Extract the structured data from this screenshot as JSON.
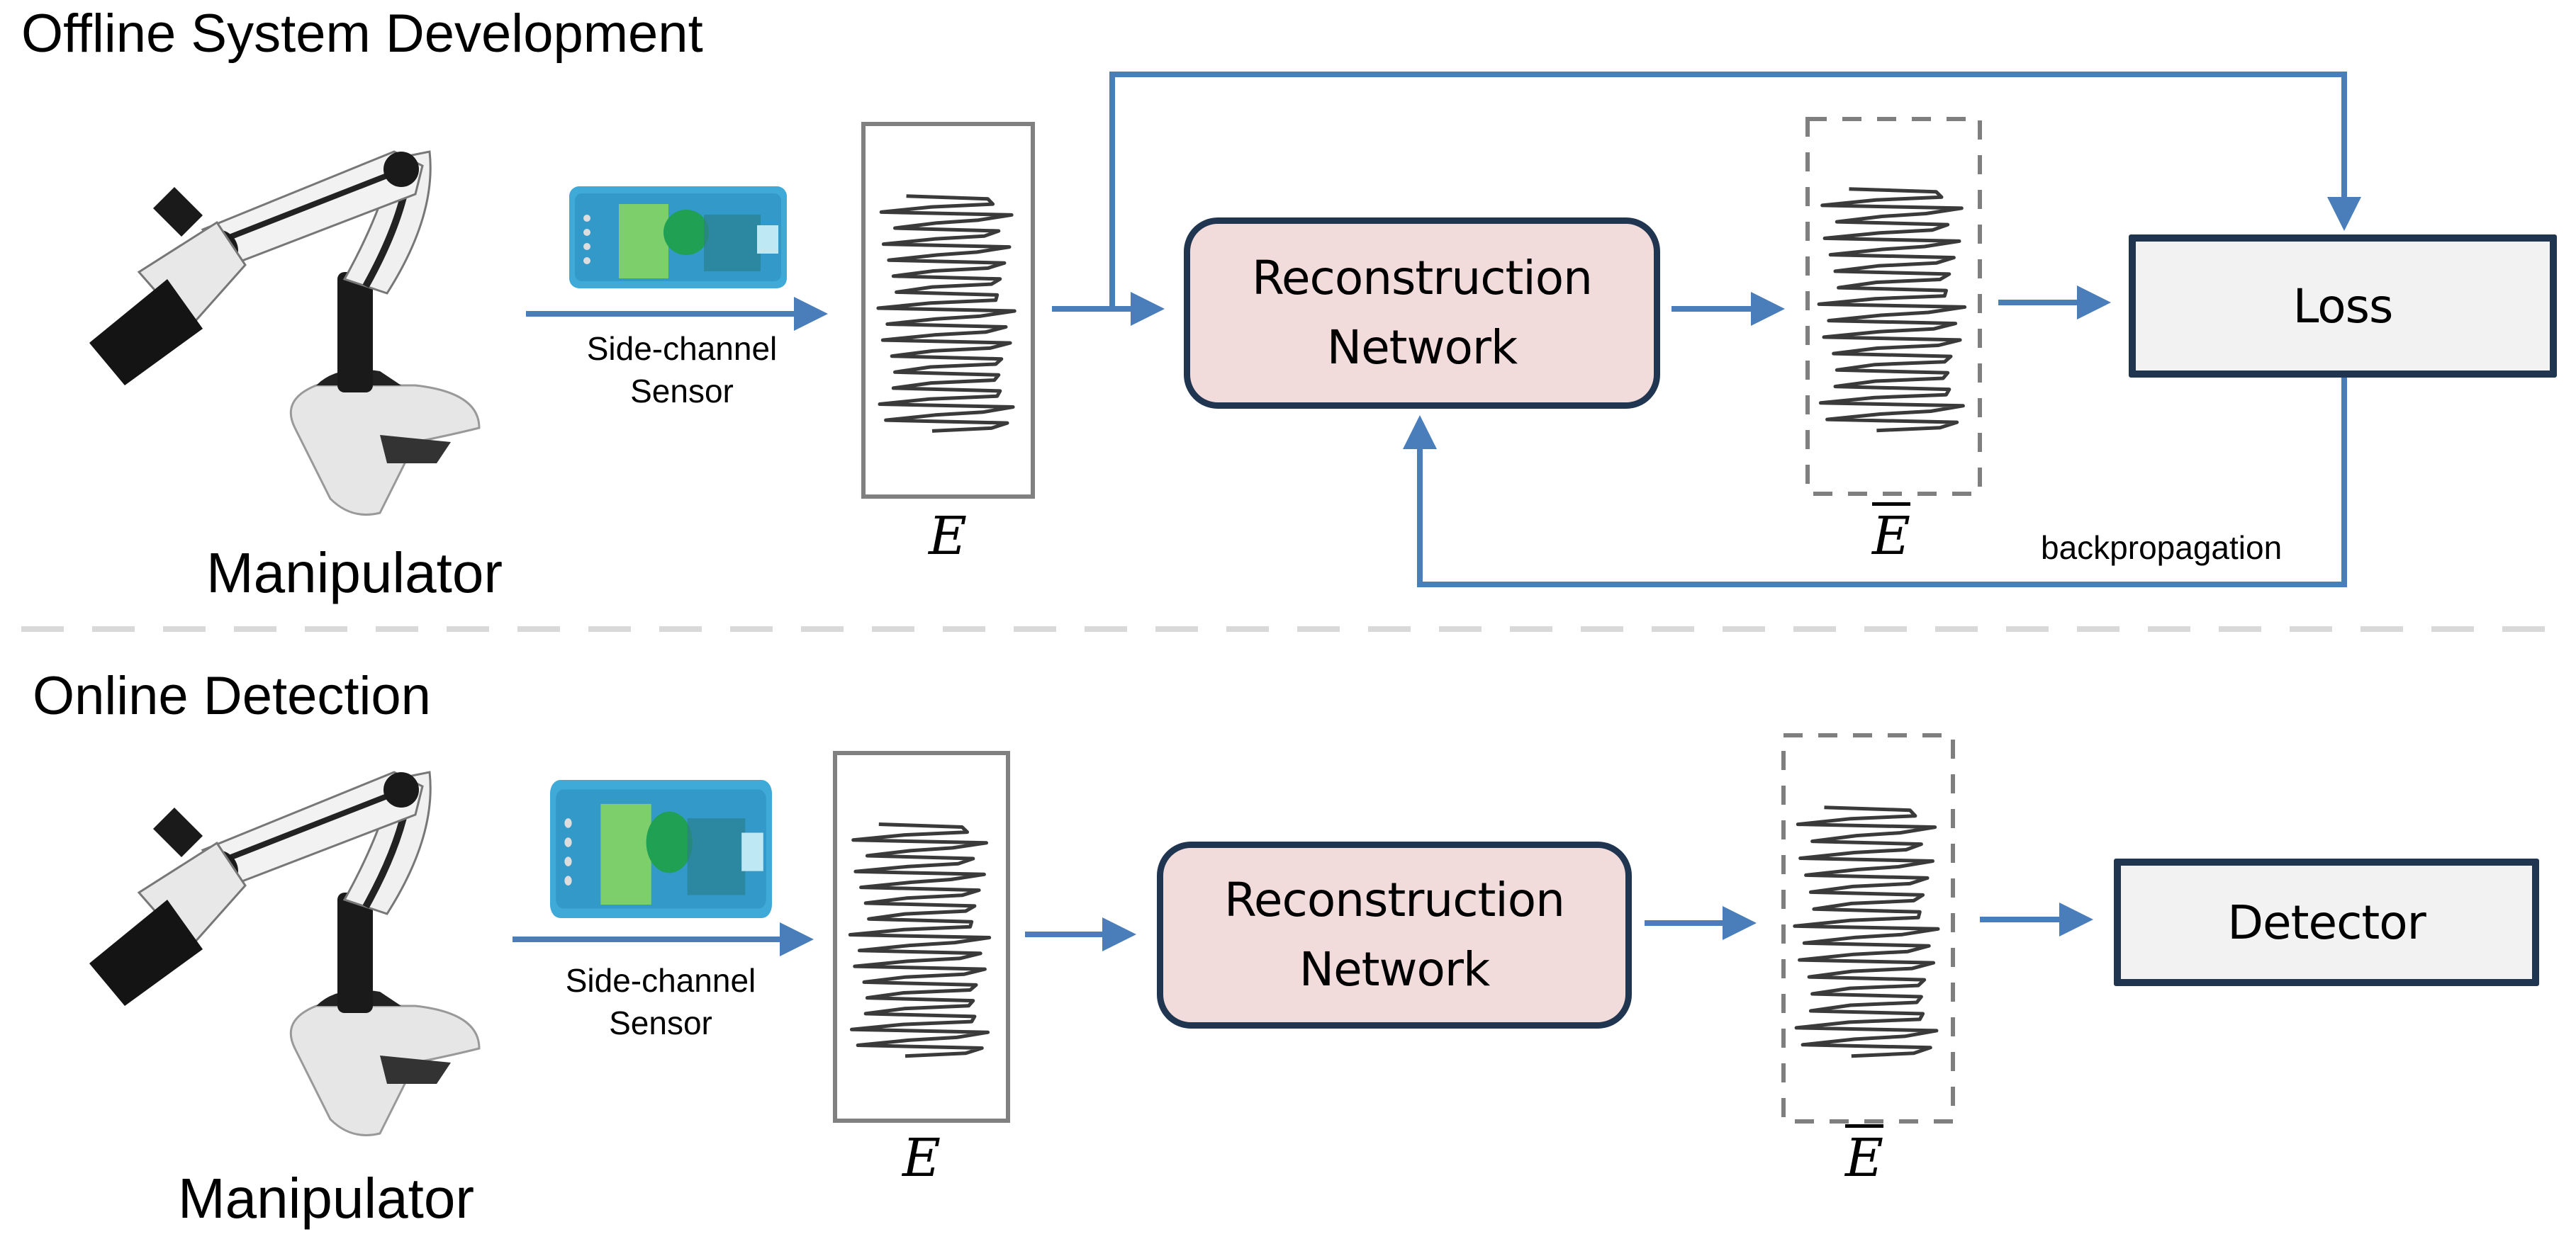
{
  "colors": {
    "arrow": "#4a7ebb",
    "box_border": "#1f3550",
    "recon_fill": "#f2dcdb",
    "plain_fill": "#f2f2f2",
    "signal_border": "#808080",
    "divider": "#d9d9d9"
  },
  "offline": {
    "title": "Offline System Development",
    "manipulator_label": "Manipulator",
    "sensor_label_line1": "Side-channel",
    "sensor_label_line2": "Sensor",
    "input_signal_label": "E",
    "recon_line1": "Reconstruction",
    "recon_line2": "Network",
    "output_signal_label": "E",
    "loss_label": "Loss",
    "backprop_label": "backpropagation"
  },
  "online": {
    "title": "Online Detection",
    "manipulator_label": "Manipulator",
    "sensor_label_line1": "Side-channel",
    "sensor_label_line2": "Sensor",
    "input_signal_label": "E",
    "recon_line1": "Reconstruction",
    "recon_line2": "Network",
    "output_signal_label": "E",
    "detector_label": "Detector"
  },
  "icons": {
    "manipulator": "robot-arm-icon",
    "sensor": "side-channel-sensor-icon",
    "signal": "waveform-icon"
  }
}
